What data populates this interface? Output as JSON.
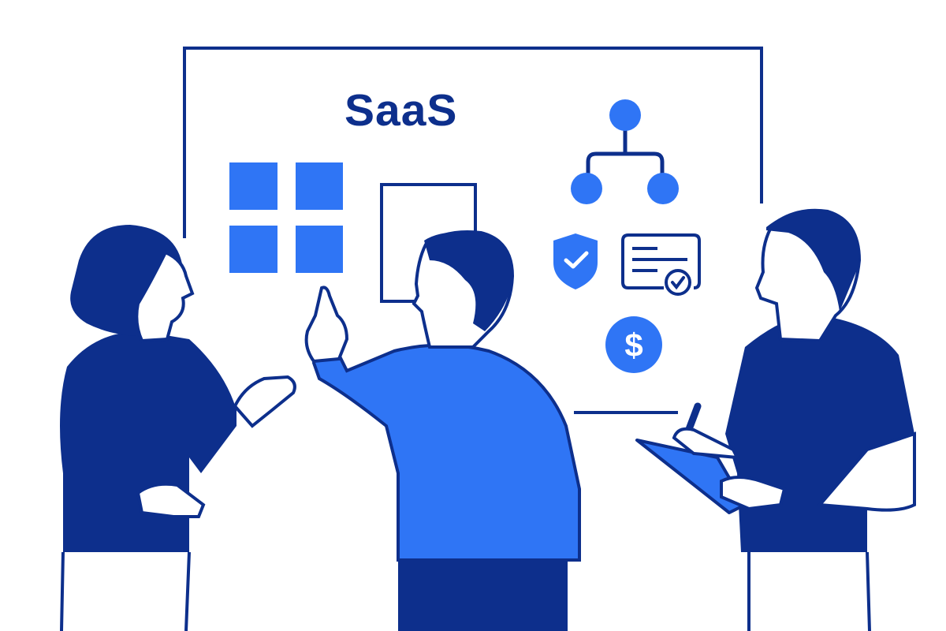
{
  "illustration": {
    "title": "SaaS",
    "description": "Three people discussing SaaS concepts in front of a whiteboard",
    "board": {
      "icons": [
        "app-grid-icon",
        "document-frame-icon",
        "hierarchy-icon",
        "shield-check-icon",
        "certificate-icon",
        "dollar-coin-icon"
      ],
      "dollar_symbol": "$"
    },
    "people": [
      "woman-gesturing",
      "man-pointing",
      "man-taking-notes"
    ]
  },
  "colors": {
    "navy": "#0d2f8c",
    "blue": "#2f75f5",
    "white": "#ffffff"
  }
}
